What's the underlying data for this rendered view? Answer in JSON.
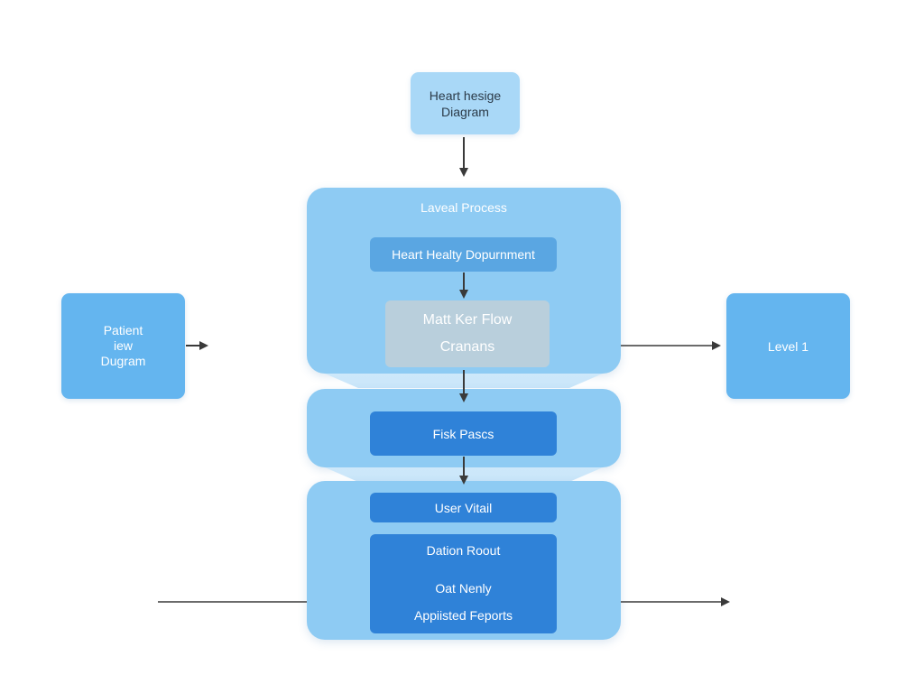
{
  "diagram": {
    "top_node": {
      "lines": [
        "Heart hesige",
        "Diagram"
      ]
    },
    "panel_title": "Laveal Process",
    "dept_bar": "Heart Healty Dopurnment",
    "grey_box": {
      "lines": [
        "Matt Ker Flow",
        "Cranans"
      ]
    },
    "fisk_bar": "Fisk Pascs",
    "user_bar": "User Vitail",
    "dation_box": {
      "lines": [
        "Dation Roout",
        "Oat Nenly",
        "Appiisted Feports"
      ]
    },
    "left_node": {
      "lines": [
        "Patient",
        "iew",
        "Dugram"
      ]
    },
    "right_node": "Level 1"
  },
  "colors": {
    "panel": "#8ecbf3",
    "top_node": "#a9d8f7",
    "side_node": "#64b5ef",
    "bar_mid": "#5aa6e2",
    "bar_dark": "#2f82d8",
    "grey": "#b9cfdc",
    "arrow": "#3a3a3a"
  }
}
